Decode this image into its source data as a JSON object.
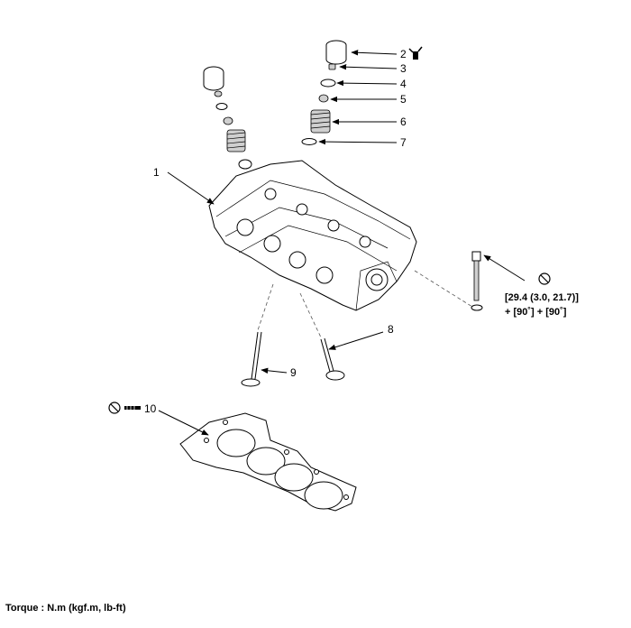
{
  "callouts": {
    "c1": "1",
    "c2": "2",
    "c3": "3",
    "c4": "4",
    "c5": "5",
    "c6": "6",
    "c7": "7",
    "c8": "8",
    "c9": "9",
    "c10": "10"
  },
  "torque_spec": {
    "line1": "[29.4 (3.0, 21.7)]",
    "line2": "+ [90˚] + [90˚]"
  },
  "legend": "Torque : N.m (kgf.m, lb-ft)",
  "icons": [
    "no-reuse-icon",
    "oil-can-icon"
  ]
}
